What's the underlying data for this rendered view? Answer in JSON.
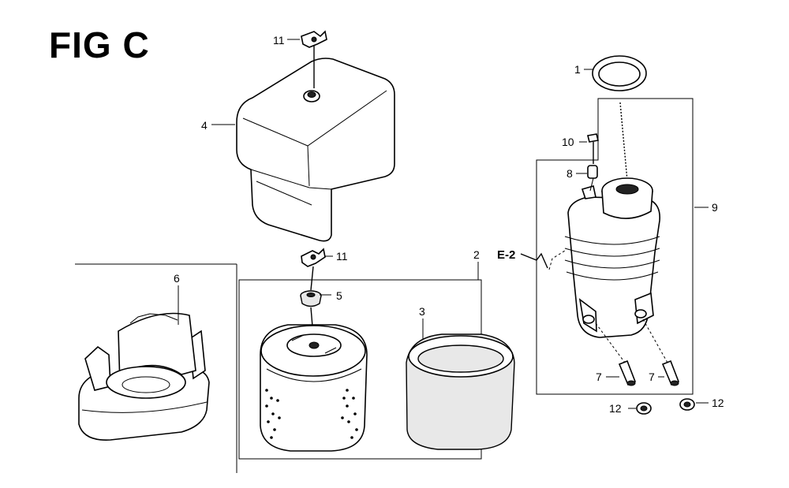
{
  "figure": {
    "title": "FIG C"
  },
  "callouts": {
    "p1": "1",
    "p2": "2",
    "p3": "3",
    "p4": "4",
    "p5": "5",
    "p6": "6",
    "p7a": "7",
    "p7b": "7",
    "p8": "8",
    "p9": "9",
    "p10": "10",
    "p11a": "11",
    "p11b": "11",
    "p12a": "12",
    "p12b": "12",
    "ref": "E-2"
  }
}
